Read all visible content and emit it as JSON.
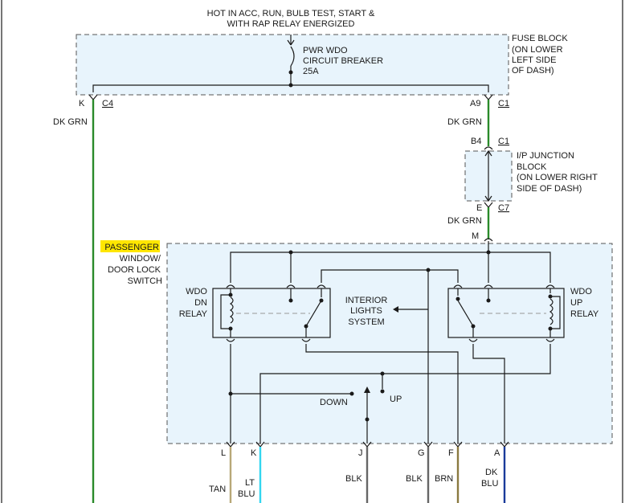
{
  "header": {
    "line1": "HOT IN ACC, RUN, BULB TEST, START &",
    "line2": "WITH RAP RELAY ENERGIZED"
  },
  "breaker": {
    "line1": "PWR WDO",
    "line2": "CIRCUIT BREAKER",
    "line3": "25A"
  },
  "fuse_block": {
    "line1": "FUSE BLOCK",
    "line2": "(ON LOWER",
    "line3": "LEFT SIDE",
    "line4": "OF DASH)"
  },
  "connectors": {
    "k_left": "K",
    "c4": "C4",
    "a9": "A9",
    "c1_top": "C1",
    "b4": "B4",
    "c1_mid": "C1",
    "e": "E",
    "c7": "C7",
    "m": "M"
  },
  "wires": {
    "dk_grn_left": "DK GRN",
    "dk_grn_right1": "DK GRN",
    "dk_grn_right2": "DK GRN"
  },
  "ip_junction": {
    "line1": "I/P JUNCTION",
    "line2": "BLOCK",
    "line3": "(ON LOWER RIGHT",
    "line4": "SIDE OF DASH)"
  },
  "switch": {
    "highlight": "PASSENGER",
    "line2": "WINDOW/",
    "line3": "DOOR LOCK",
    "line4": "SWITCH",
    "highlight_color": "#ffe600"
  },
  "dn_relay": {
    "line1": "WDO",
    "line2": "DN",
    "line3": "RELAY"
  },
  "up_relay": {
    "line1": "WDO",
    "line2": "UP",
    "line3": "RELAY"
  },
  "interior": {
    "line1": "INTERIOR",
    "line2": "LIGHTS",
    "line3": "SYSTEM"
  },
  "positions": {
    "down": "DOWN",
    "up": "UP"
  },
  "bottom_pins": [
    {
      "pin": "L",
      "color_line1": "TAN",
      "color_line2": "",
      "stroke": "#b8a878"
    },
    {
      "pin": "K",
      "color_line1": "LT",
      "color_line2": "BLU",
      "stroke": "#33d6f0"
    },
    {
      "pin": "J",
      "color_line1": "BLK",
      "color_line2": "",
      "stroke": "#666666"
    },
    {
      "pin": "G",
      "color_line1": "BLK",
      "color_line2": "",
      "stroke": "#666666"
    },
    {
      "pin": "F",
      "color_line1": "BRN",
      "color_line2": "",
      "stroke": "#8a7a40"
    },
    {
      "pin": "A",
      "color_line1": "DK",
      "color_line2": "BLU",
      "stroke": "#1a3a9a"
    }
  ],
  "colors": {
    "dk_grn": "#2a8a2a",
    "box_fill": "#e8f4fc"
  }
}
